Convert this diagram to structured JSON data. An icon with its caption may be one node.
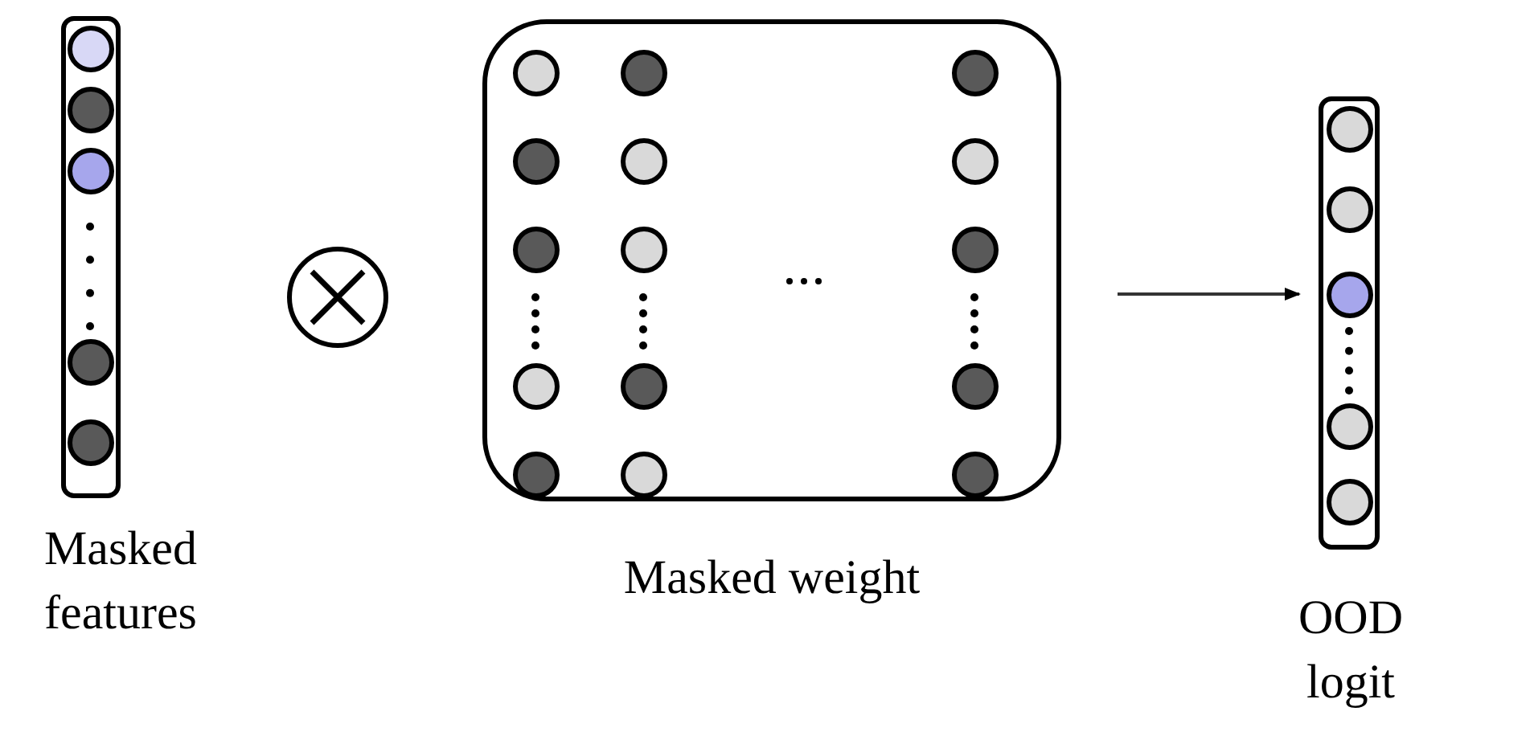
{
  "diagram": {
    "nodes": [
      {
        "text": [
          "Masked features"
        ]
      },
      {
        "text": [
          "Masked weight"
        ]
      },
      {
        "text": [
          "OOD logit"
        ]
      }
    ],
    "edges": [
      {
        "from": 1,
        "to": 2,
        "arrow": "to"
      }
    ]
  }
}
